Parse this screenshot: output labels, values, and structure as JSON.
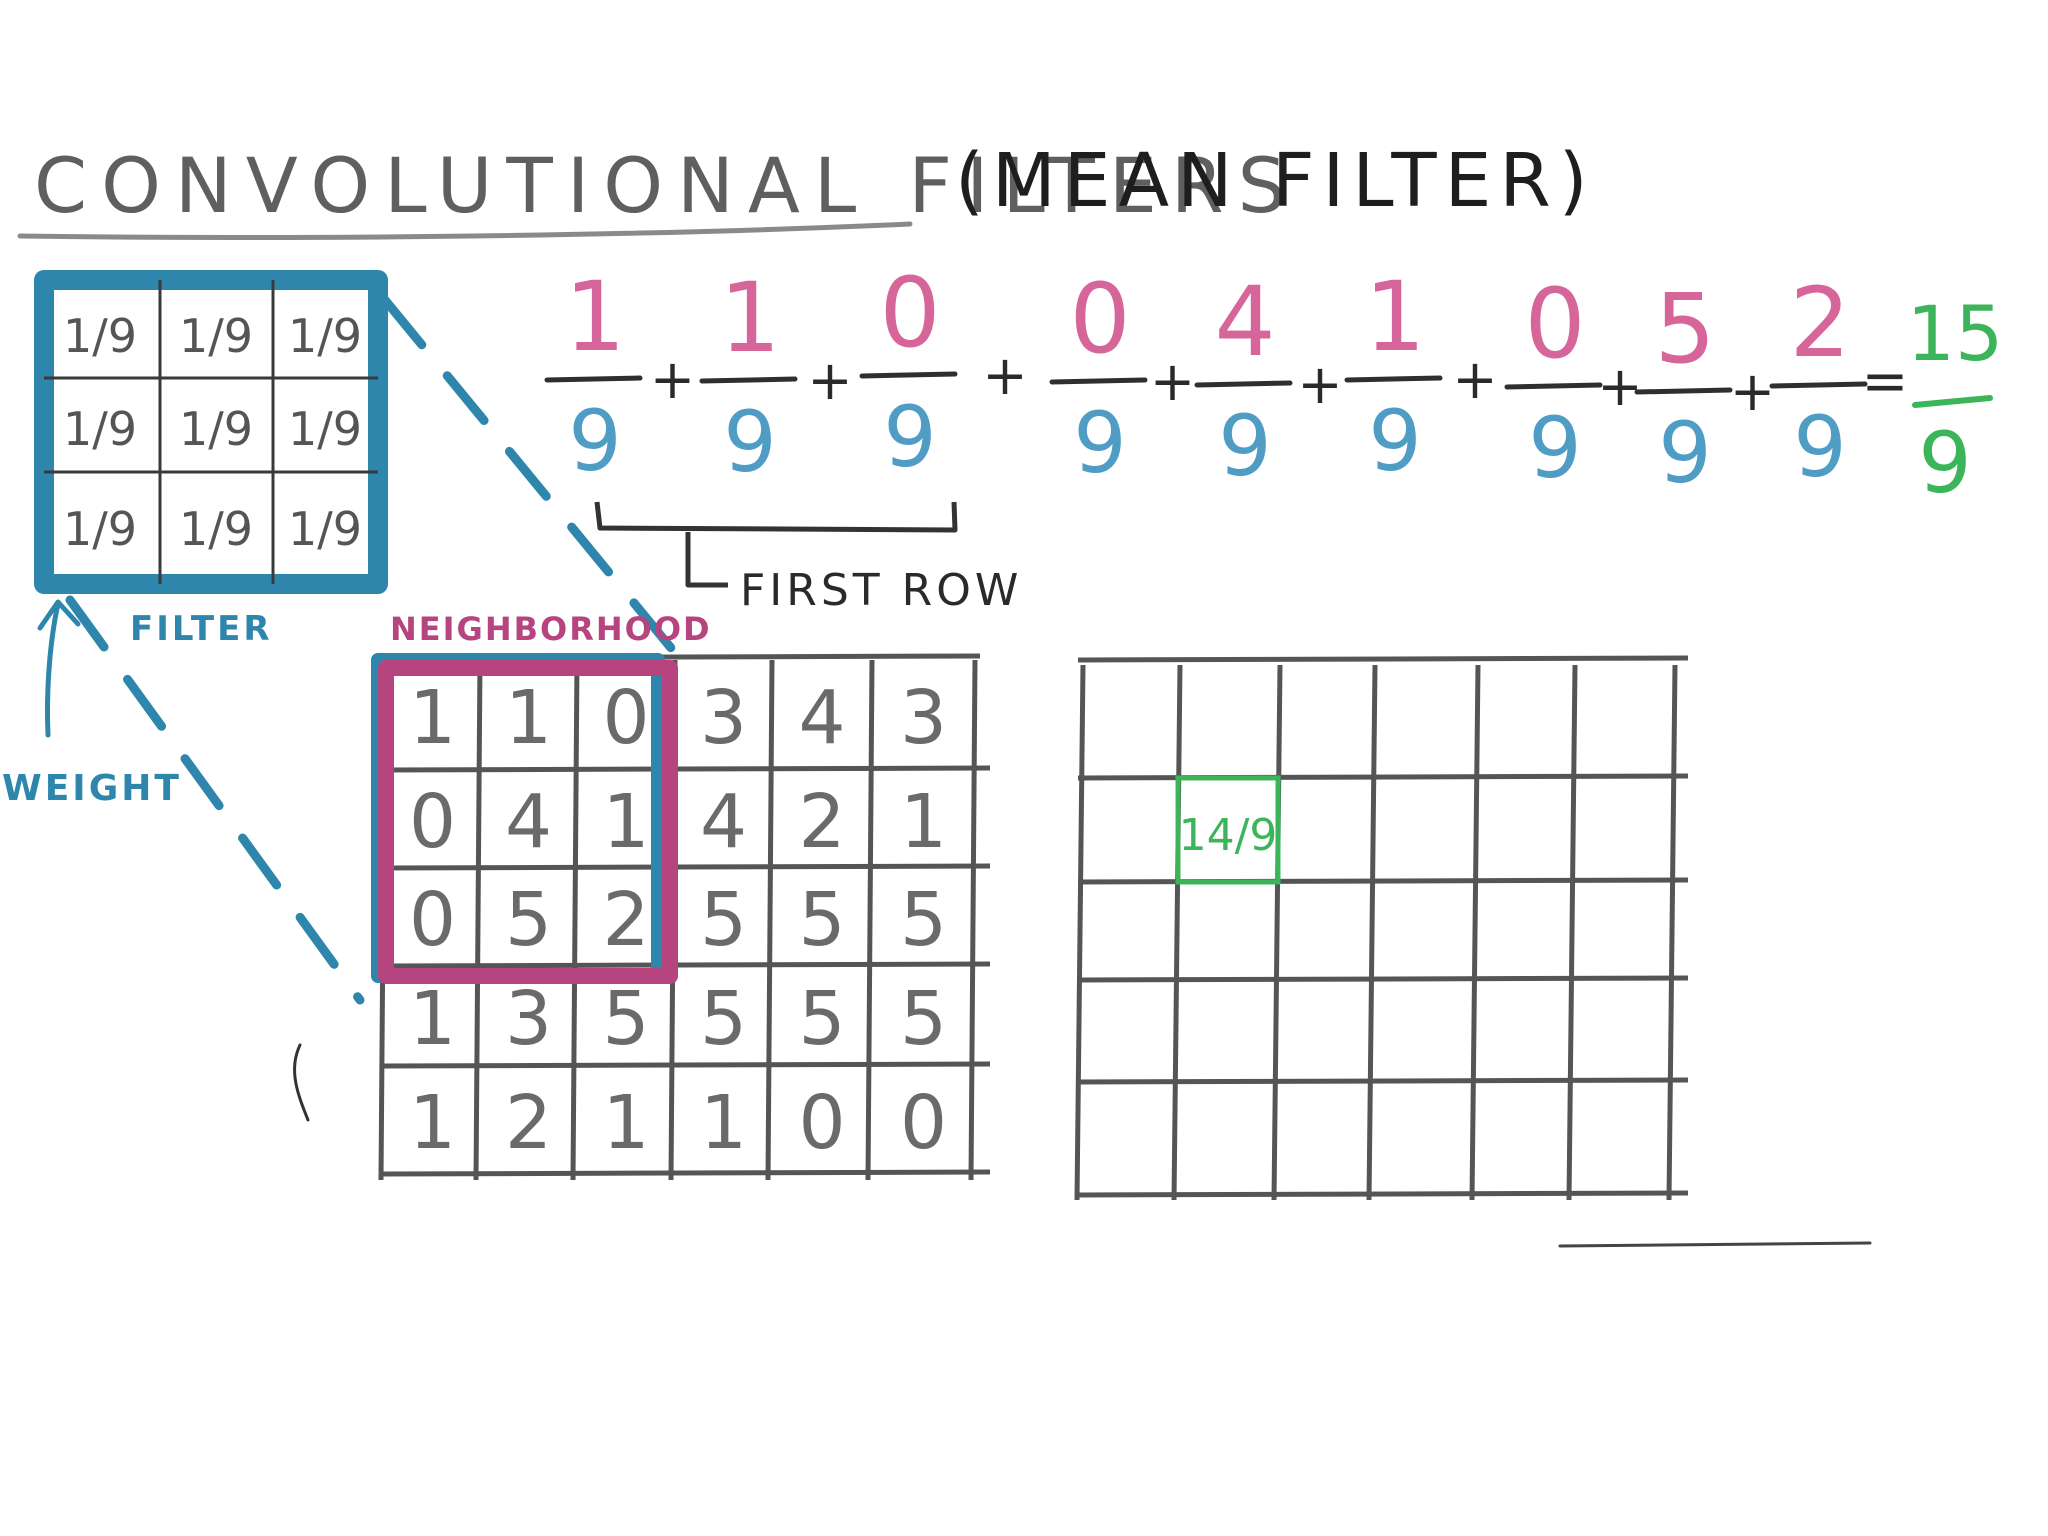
{
  "title": {
    "main": "CONVOLUTIONAL FILTERS",
    "paren": "(MEAN FILTER)"
  },
  "filter": {
    "label": "FILTER",
    "weight_label": "WEIGHT",
    "cells": [
      "1/9",
      "1/9",
      "1/9",
      "1/9",
      "1/9",
      "1/9",
      "1/9",
      "1/9",
      "1/9"
    ]
  },
  "neighborhood_label": "NEIGHBORHOOD",
  "input_grid": {
    "rows": [
      [
        "1",
        "1",
        "0",
        "3",
        "4",
        "3"
      ],
      [
        "0",
        "4",
        "1",
        "4",
        "2",
        "1"
      ],
      [
        "0",
        "5",
        "2",
        "5",
        "5",
        "5"
      ],
      [
        "1",
        "3",
        "5",
        "5",
        "5",
        "5"
      ],
      [
        "1",
        "2",
        "1",
        "1",
        "0",
        "0"
      ]
    ]
  },
  "equation": {
    "numerators": [
      "1",
      "1",
      "0",
      "0",
      "4",
      "1",
      "0",
      "5",
      "2"
    ],
    "denominator": "9",
    "plus": "+",
    "equals": "=",
    "result_numerator": "15",
    "result_denominator": "9",
    "first_row_label": "FIRST ROW"
  },
  "output_grid": {
    "cell_value": "14/9"
  },
  "colors": {
    "filter_blue": "#2f86ad",
    "neighborhood_magenta": "#b6457f",
    "numerator_pink": "#d6669a",
    "denominator_blue": "#4f9cc4",
    "result_green": "#3cb55a",
    "ink": "#2a2a2a",
    "grid_gray": "#5a5a5a"
  }
}
